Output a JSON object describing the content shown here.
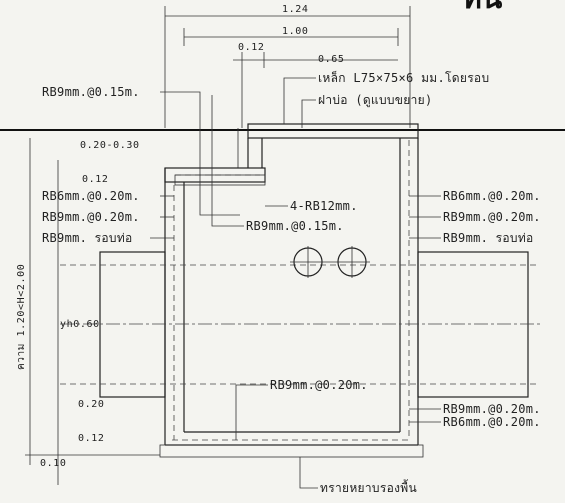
{
  "title": "ทีนั",
  "dimensions": {
    "total_width": "1.24",
    "inner_width": "1.00",
    "wall_thickness": "0.12",
    "top_offset": "0.65",
    "cover_gap": "0.20-0.30",
    "slab_thickness_top": "0.12",
    "depth": "ความ 1.20<H<2.00",
    "pipe_level": "yh0.60",
    "bottom_wall": "0.20",
    "bottom_slab": "0.12",
    "base_sand": "0.10"
  },
  "labels": {
    "steel_frame": "เหล็ก L75×75×6 มม.โดยรอบ",
    "cover": "ฝาบ่อ (ดูแบบขยาย)",
    "rb9_015_left": "RB9mm.@0.15m.",
    "rb6_020_left": "RB6mm.@0.20m.",
    "rb9_020_left": "RB9mm.@0.20m.",
    "rb9_around_pipe_left": "RB9mm. รอบท่อ",
    "rb12": "4-RB12mm.",
    "rb9_015_center": "RB9mm.@0.15m.",
    "rb6_020_right": "RB6mm.@0.20m.",
    "rb9_020_right": "RB9mm.@0.20m.",
    "rb9_around_pipe_right": "RB9mm. รอบท่อ",
    "rb9_020_bottom": "RB9mm.@0.20m.",
    "rb9_020_bottom_right": "RB9mm.@0.20m.",
    "rb6_020_bottom_right": "RB6mm.@0.20m.",
    "sand_base": "ทรายหยาบรองพื้น"
  }
}
